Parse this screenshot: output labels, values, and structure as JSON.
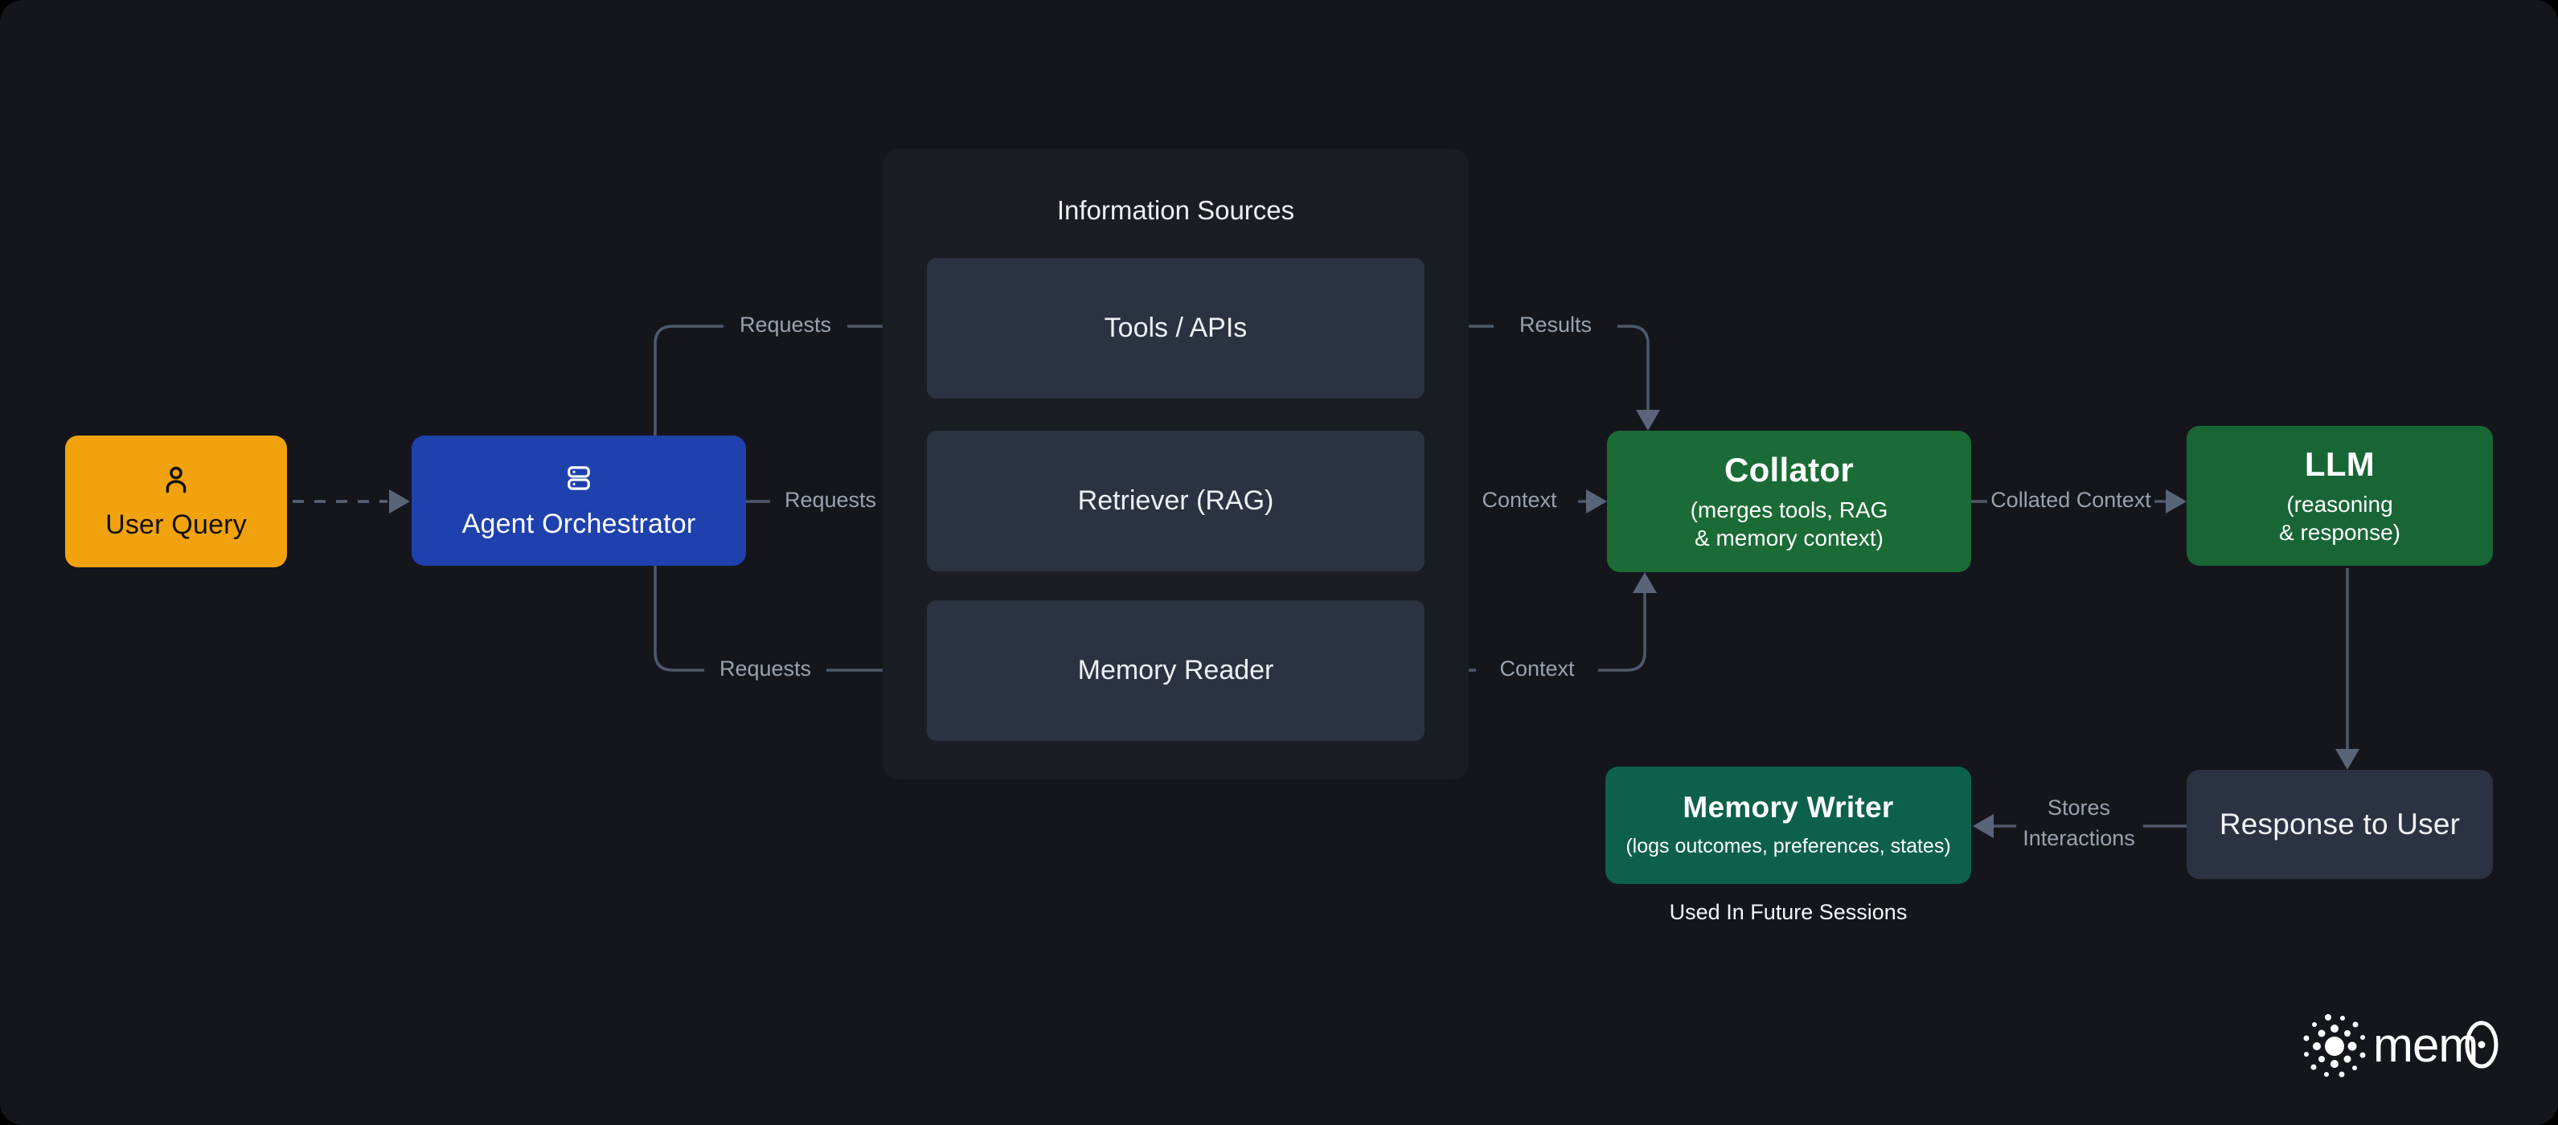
{
  "colors": {
    "background": "#14161c",
    "panel": "#1a1d24",
    "slate_box": "#2b3342",
    "orange": "#f2a20c",
    "blue": "#1e41ad",
    "green": "#1a6b35",
    "teal_green": "#0d614a",
    "connector": "#4f596d",
    "edge_label": "#9aa1ae"
  },
  "nodes": {
    "user_query": {
      "label": "User Query",
      "icon": "user-icon"
    },
    "agent_orchestrator": {
      "label": "Agent Orchestrator",
      "icon": "server-stack-icon"
    },
    "information_sources": {
      "title": "Information Sources",
      "items": [
        {
          "label": "Tools / APIs"
        },
        {
          "label": "Retriever (RAG)"
        },
        {
          "label": "Memory Reader"
        }
      ]
    },
    "collator": {
      "title": "Collator",
      "subtitle_line1": "(merges tools, RAG",
      "subtitle_line2": "& memory context)"
    },
    "llm": {
      "title": "LLM",
      "subtitle_line1": "(reasoning",
      "subtitle_line2": "& response)"
    },
    "memory_writer": {
      "title": "Memory Writer",
      "subtitle": "(logs outcomes, preferences, states)",
      "caption": "Used In Future Sessions"
    },
    "response_to_user": {
      "label": "Response to User"
    }
  },
  "edges": {
    "requests_top": "Requests",
    "requests_middle": "Requests",
    "requests_bottom": "Requests",
    "results": "Results",
    "context_middle": "Context",
    "context_bottom": "Context",
    "collated_context": "Collated Context",
    "stores_interactions_line1": "Stores",
    "stores_interactions_line2": "Interactions"
  },
  "brand": {
    "name": "mem0",
    "prefix": "mem"
  }
}
